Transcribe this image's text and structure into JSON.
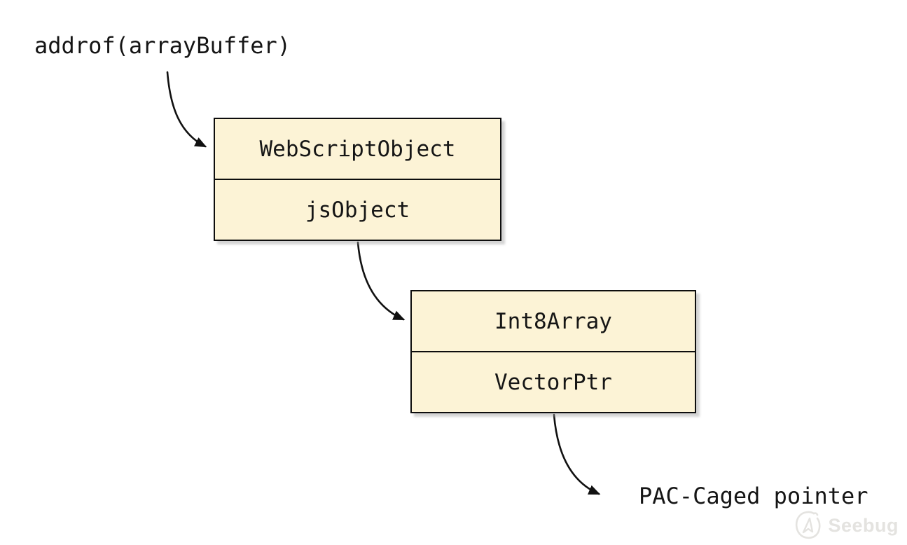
{
  "diagram": {
    "addrof_label": "addrof(arrayBuffer)",
    "pac_label": "PAC-Caged pointer",
    "boxes": [
      {
        "name": "webscriptobject-box",
        "top_cell": "WebScriptObject",
        "bottom_cell": "jsObject"
      },
      {
        "name": "int8array-box",
        "top_cell": "Int8Array",
        "bottom_cell": "VectorPtr"
      }
    ],
    "watermark": {
      "text": "Seebug"
    },
    "colors": {
      "page_bg": "#FFFFFF",
      "box_fill": "#FCF3D6",
      "box_border": "#0D0D0D",
      "arrow": "#111111",
      "text": "#151515",
      "watermark": "#E4E3E0"
    }
  }
}
